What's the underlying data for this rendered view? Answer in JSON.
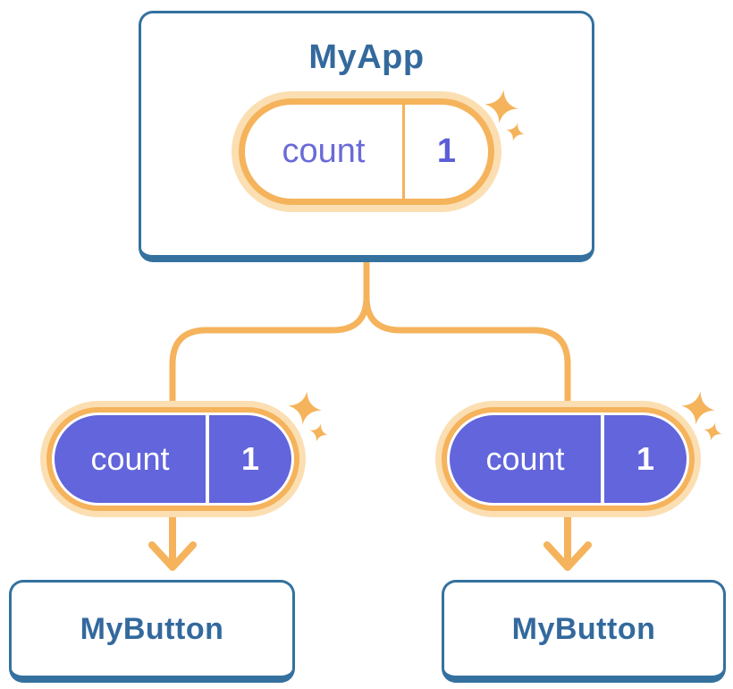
{
  "root_card": {
    "title": "MyApp",
    "state": {
      "label": "count",
      "value": "1"
    }
  },
  "child_states": [
    {
      "label": "count",
      "value": "1"
    },
    {
      "label": "count",
      "value": "1"
    }
  ],
  "child_cards": [
    {
      "title": "MyButton"
    },
    {
      "title": "MyButton"
    }
  ],
  "icons": {
    "sparkle": "four-point-sparkle-star",
    "arrow": "down-arrow"
  },
  "colors": {
    "card_border_blue": "#34719F",
    "title_text_blue": "#33699D",
    "state_purple_fill": "#6265DB",
    "state_purple_text": "#6A6AD8",
    "state_purple_value": "#5B5ED6",
    "accent_orange": "#F5B35C",
    "halo_orange": "#FBDFB2",
    "white": "#FFFFFF"
  }
}
